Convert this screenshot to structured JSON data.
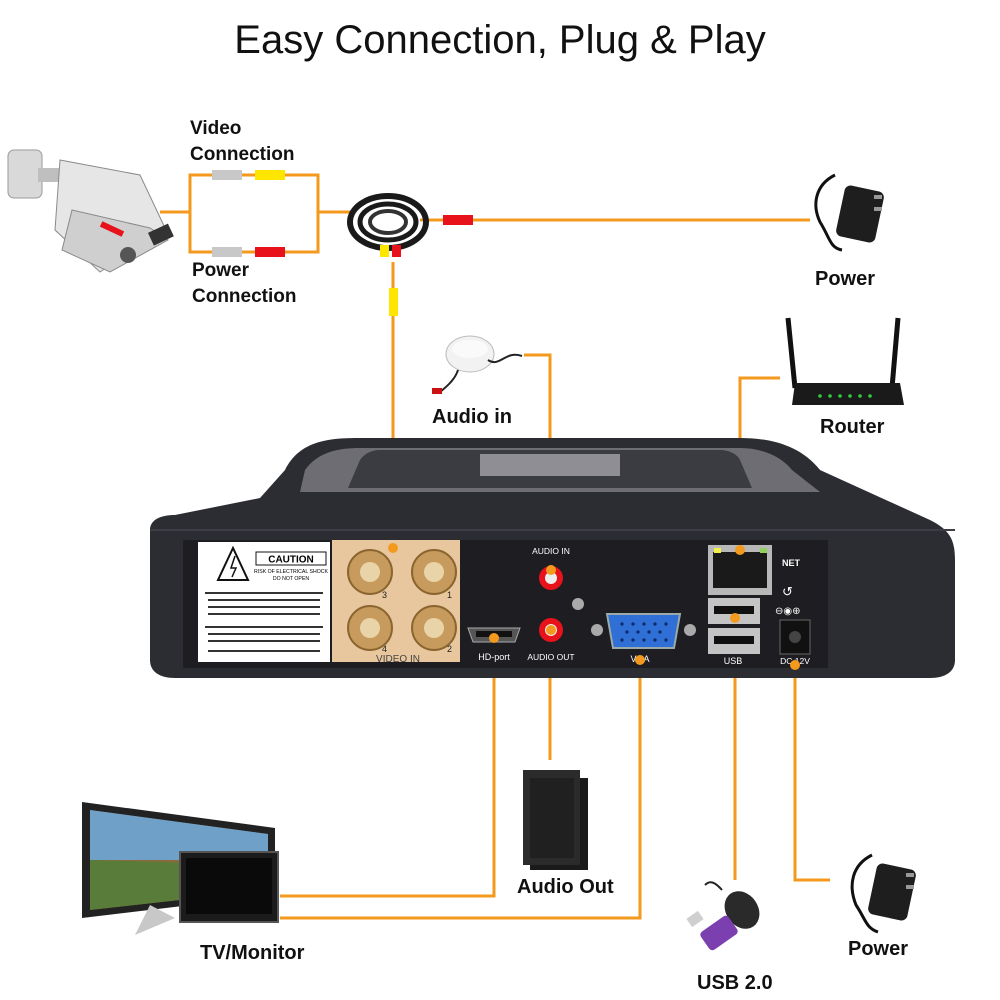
{
  "title": "Easy Connection, Plug & Play",
  "labels": {
    "video_connection": "Video Connection",
    "power_connection": "Power Connection",
    "power_top": "Power",
    "router": "Router",
    "audio_in": "Audio in",
    "audio_out": "Audio Out",
    "tv_monitor": "TV/Monitor",
    "usb": "USB 2.0",
    "power_bottom": "Power"
  },
  "dvr_panel": {
    "caution": "CAUTION",
    "caution_sub1": "RISK OF ELECTRICAL SHOCK",
    "caution_sub2": "DO NOT OPEN",
    "video_in": "VIDEO IN",
    "port_numbers": [
      "3",
      "1",
      "4",
      "2"
    ],
    "hd_port": "HD-port",
    "audio_in_port": "AUDIO IN",
    "audio_out_port": "AUDIO OUT",
    "vga": "VGA",
    "usb_port": "USB",
    "net": "NET",
    "dc": "DC 12V"
  },
  "colors": {
    "wire": "#f39a1e",
    "yellow_plug": "#ffe600",
    "red_plug": "#e8121b",
    "dvr_body": "#2c2c33",
    "bnc_gold": "#d8a868"
  }
}
